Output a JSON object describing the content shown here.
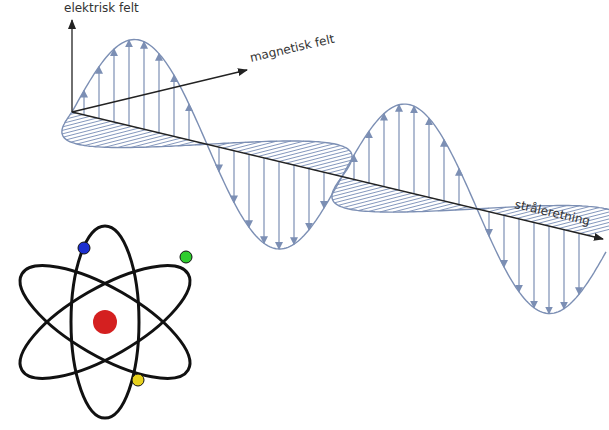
{
  "diagram": {
    "labels": [
      "elektrisk felt",
      "magnetisk felt",
      "stråleretning"
    ]
  }
}
